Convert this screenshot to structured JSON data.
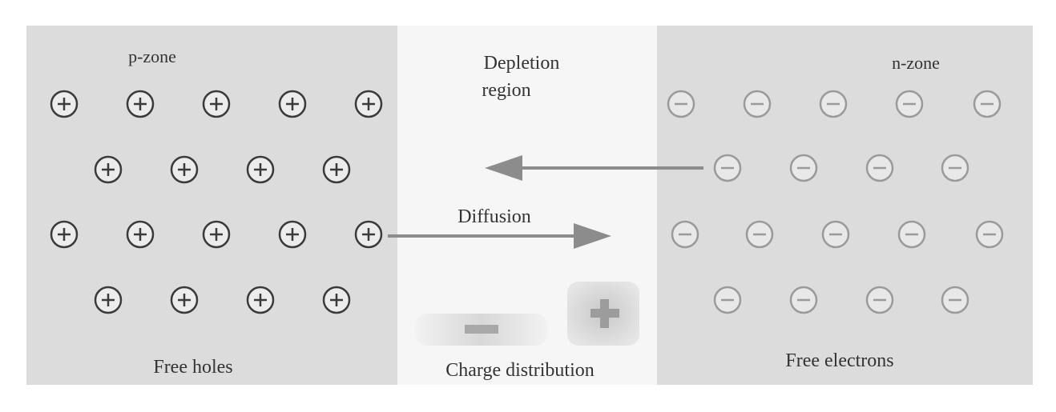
{
  "zones": {
    "p_label": "p-zone",
    "n_label": "n-zone",
    "depletion_label_line1": "Depletion",
    "depletion_label_line2": "region"
  },
  "arrows": {
    "diffusion_label": "Diffusion"
  },
  "captions": {
    "free_holes": "Free holes",
    "charge_distribution": "Charge distribution",
    "free_electrons": "Free electrons"
  },
  "particles": {
    "hole_symbol": "+",
    "electron_symbol": "−"
  },
  "colors": {
    "p_zone_bg": "#dcdcdc",
    "n_zone_bg": "#dcdcdc",
    "depletion_bg": "#f6f6f6",
    "hole_stroke": "#3a3a3a",
    "electron_stroke": "#9a9a9a",
    "arrow": "#8c8c8c"
  }
}
